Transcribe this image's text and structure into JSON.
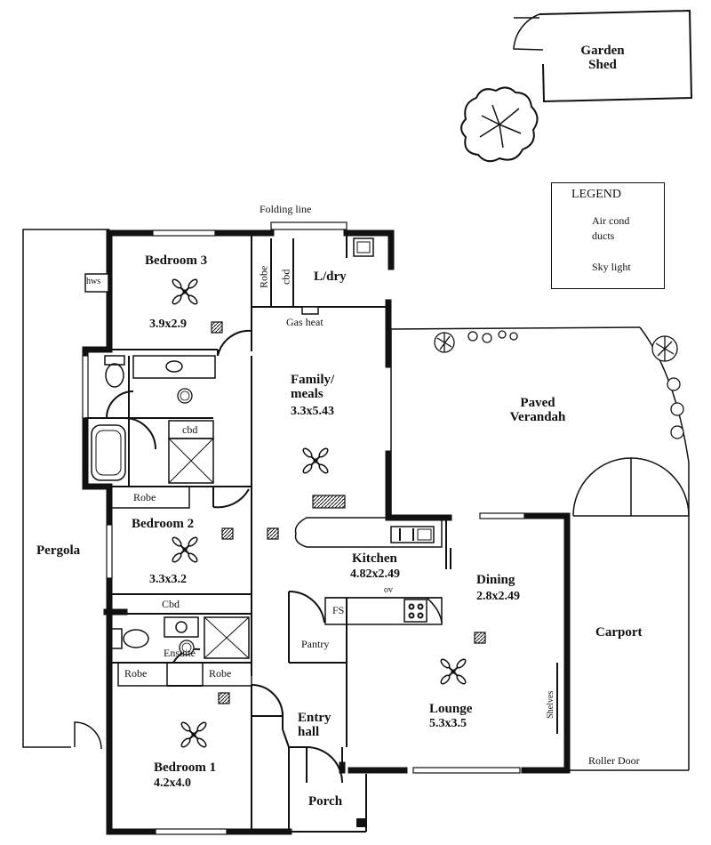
{
  "rooms": {
    "garden_shed": "Garden\nShed",
    "bedroom3": {
      "name": "Bedroom 3",
      "dims": "3.9x2.9"
    },
    "laundry": "L/dry",
    "family": {
      "name": "Family/\nmeals",
      "dims": "3.3x5.43"
    },
    "paved_verandah": "Paved\nVerandah",
    "bedroom2": {
      "name": "Bedroom 2",
      "dims": "3.3x3.2"
    },
    "pergola": "Pergola",
    "kitchen": {
      "name": "Kitchen",
      "dims": "4.82x2.49"
    },
    "dining": {
      "name": "Dining",
      "dims": "2.8x2.49"
    },
    "carport": "Carport",
    "pantry": "Pantry",
    "ensuite": "Ensuite",
    "lounge": {
      "name": "Lounge",
      "dims": "5.3x3.5"
    },
    "entry_hall": "Entry\nhall",
    "bedroom1": {
      "name": "Bedroom 1",
      "dims": "4.2x4.0"
    },
    "porch": "Porch"
  },
  "labels": {
    "folding_line": "Folding line",
    "hws": "hws",
    "robe_b3": "Robe",
    "cbd_b3": "cbd",
    "gas_heat": "Gas heat",
    "cbd_bath": "cbd",
    "robe_b2": "Robe",
    "cbd_b2": "Cbd",
    "ov": "ov",
    "fs": "FS",
    "robe_ens": "Robe",
    "robe_b1": "Robe",
    "shelves": "Shelves",
    "roller_door": "Roller Door"
  },
  "legend": {
    "title": "LEGEND",
    "items": [
      {
        "icon": "air-cond-duct-icon",
        "label": "Air cond\nducts"
      },
      {
        "icon": "sky-light-icon",
        "label": "Sky light"
      },
      {
        "icon": "hatched-block-icon",
        "label": ""
      }
    ]
  }
}
